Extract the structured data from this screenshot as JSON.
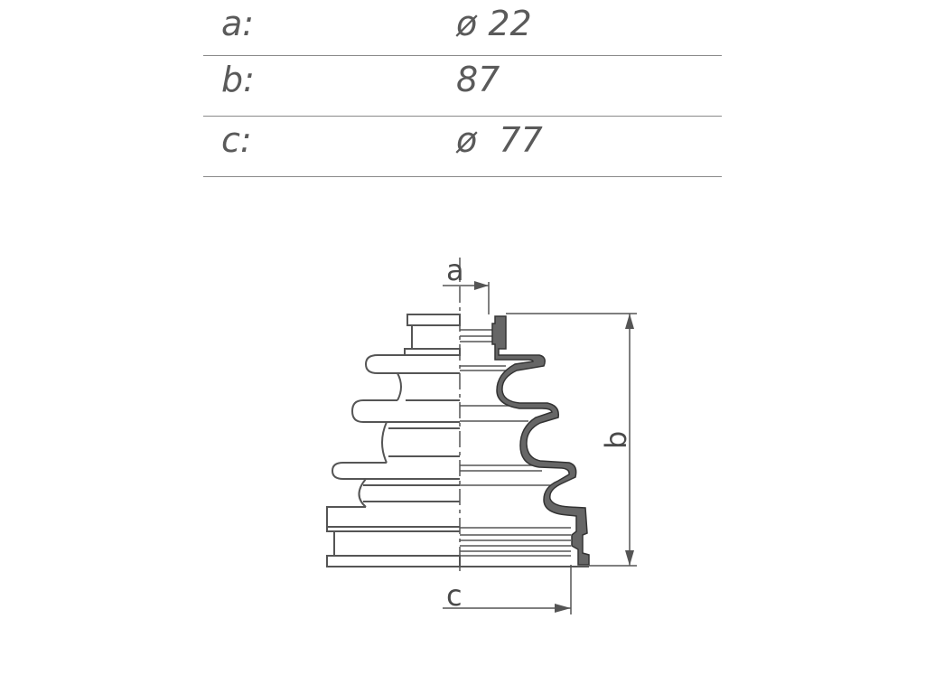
{
  "specs": [
    {
      "key": "a:",
      "value": "ø 22"
    },
    {
      "key": "b:",
      "value": "87"
    },
    {
      "key": "c:",
      "value": "ø  77"
    }
  ],
  "drawing": {
    "label_a": "a",
    "label_b": "b",
    "label_c": "c"
  }
}
